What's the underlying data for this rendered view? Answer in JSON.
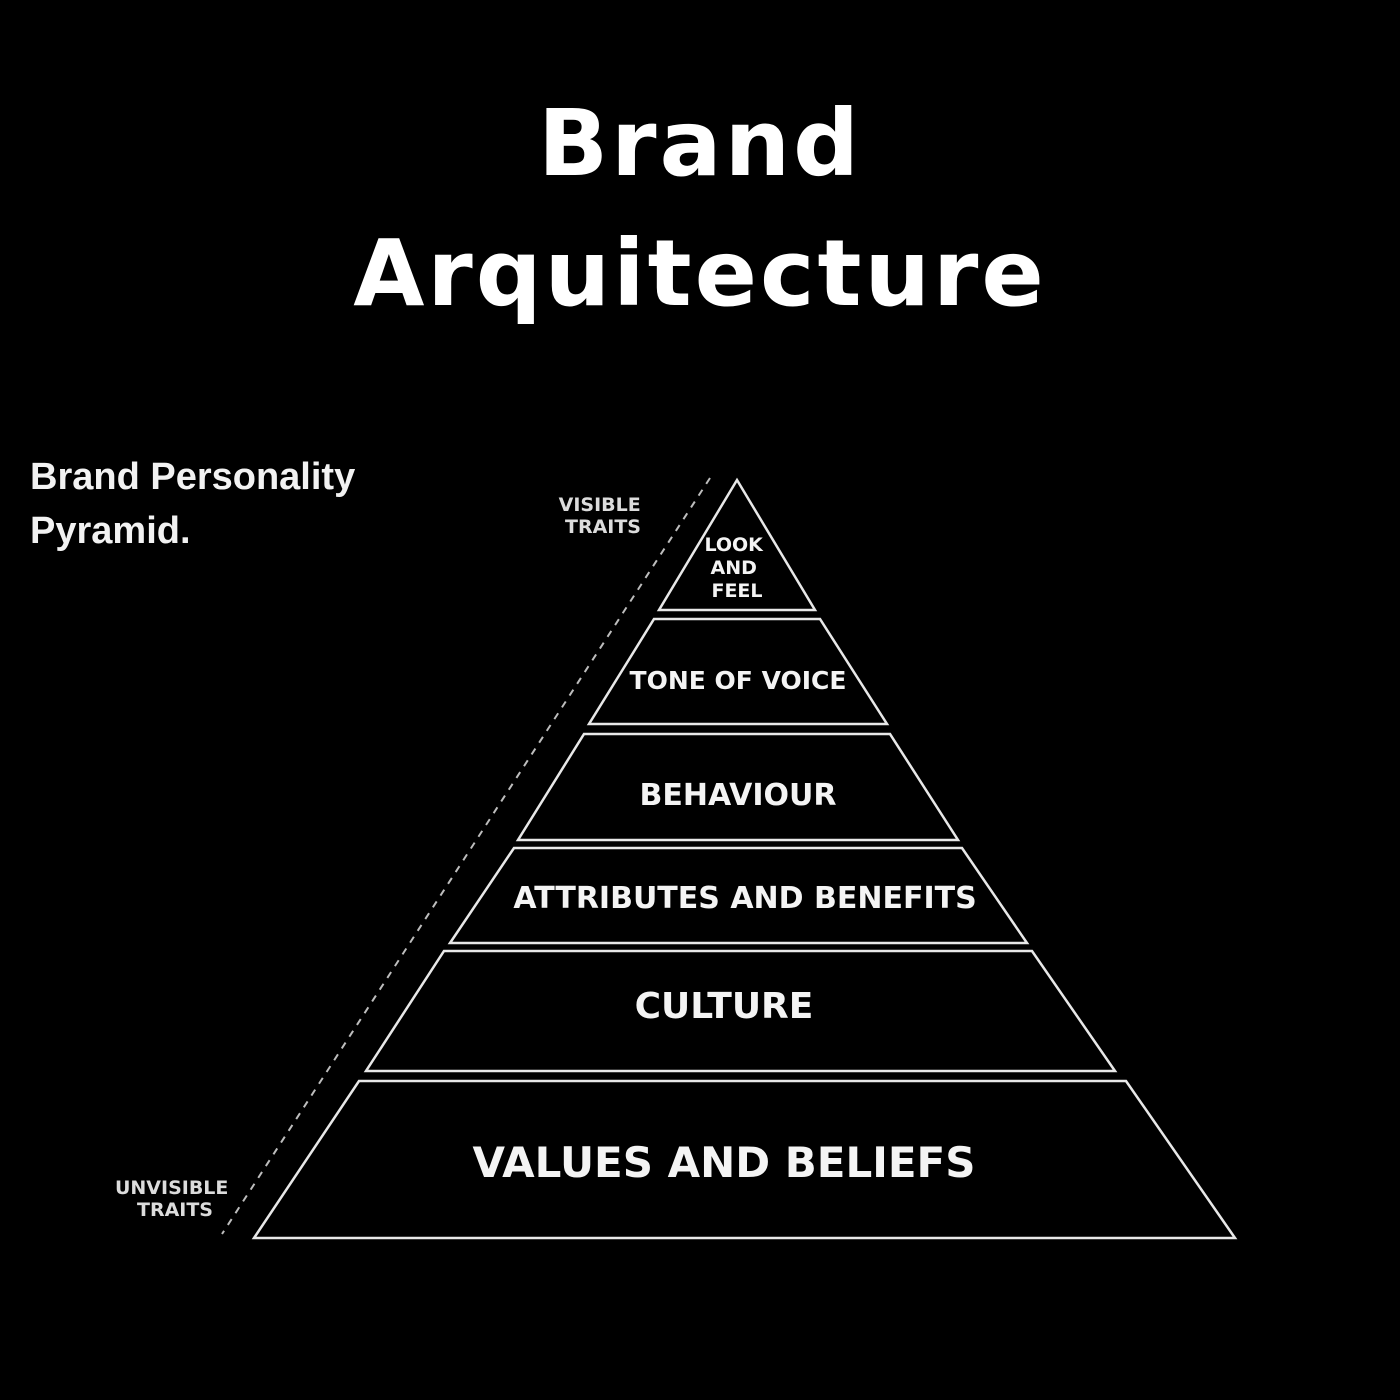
{
  "title": {
    "line1": "Brand",
    "line2": "Arquitecture"
  },
  "subtitle": {
    "line1": "Brand Personality",
    "line2": "Pyramid."
  },
  "pyramid": {
    "tiers": [
      {
        "label_lines": [
          "LOOK",
          "AND",
          "FEEL"
        ]
      },
      {
        "label_lines": [
          "TONE OF VOICE"
        ]
      },
      {
        "label_lines": [
          "BEHAVIOUR"
        ]
      },
      {
        "label_lines": [
          "ATTRIBUTES AND BENEFITS"
        ]
      },
      {
        "label_lines": [
          "CULTURE"
        ]
      },
      {
        "label_lines": [
          "VALUES AND BELIEFS"
        ]
      }
    ]
  },
  "traits": {
    "visible": [
      "VISIBLE",
      "TRAITS"
    ],
    "unvisible": [
      "UNVISIBLE",
      "TRAITS"
    ]
  },
  "colors": {
    "background": "#000000",
    "foreground": "#ffffff"
  }
}
